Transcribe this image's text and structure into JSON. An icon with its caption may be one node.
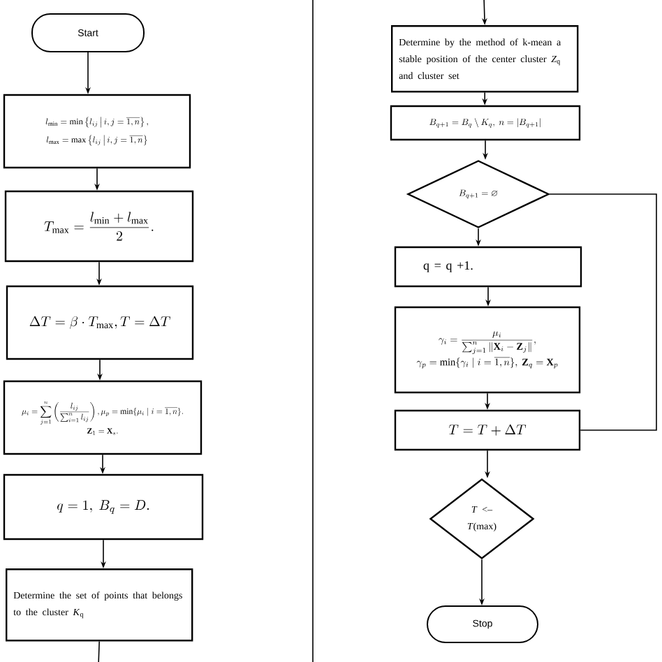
{
  "diagram": {
    "nodes": [
      {
        "text": [
          "Start"
        ]
      },
      {
        "text": [
          "l_{\\min} = \\min\\left\\{ l_{ij} \\,\\middle|\\, i,j=\\overline{1,n} \\right\\},",
          "l_{\\max} = \\max\\left\\{ l_{ij} \\,\\middle|\\, i,j=\\overline{1,n} \\right\\}"
        ]
      },
      {
        "text": [
          "T_{\\max} = \\frac{l_{\\min}+l_{\\max}}{2}."
        ]
      },
      {
        "text": [
          "\\Delta T = \\beta \\cdot T_{\\max}, T = \\Delta T"
        ]
      },
      {
        "text": [
          "\\mu_i = \\sum_{j=1}^{n}\\left( \\frac{l_{ij}}{\\sum_{i=1}^{n} l_{ij}} \\right), \\mu_p = \\min\\{\\mu_i \\mid i=\\overline{1,n}\\}.",
          "\\mathbf{Z}_1 = \\mathbf{X}_s."
        ]
      },
      {
        "text": [
          "q = 1,\\ B_q = D."
        ]
      },
      {
        "text": [
          "Determine the set of points that belongs to the cluster *K*$_{q}$"
        ]
      },
      {
        "text": [
          "Determine by the method of k-mean a stable position of the center cluster *Z*$_{q}$ and cluster set"
        ]
      },
      {
        "text": [
          "B_{q+1} = B_q \\setminus K_q,\\ n = \\left|B_{q+1}\\right|"
        ]
      },
      {
        "text": [
          "B_{q+1} = \\varnothing"
        ]
      },
      {
        "text": [
          "q = q +1."
        ]
      },
      {
        "text": [
          "\\gamma_i = \\frac{\\mu_i}{\\sum_{j=1}^{n} \\left\\| \\mathbf{X}_i - \\mathbf{Z}_j \\right\\|},",
          "\\gamma_p = \\min\\{\\gamma_i \\mid i=\\overline{1,n}\\},\\ \\mathbf{Z}_q = \\mathbf{X}_p"
        ]
      },
      {
        "text": [
          "T = T + \\Delta T"
        ]
      },
      {
        "text": [
          "*T* <– *T*(max)"
        ]
      },
      {
        "text": [
          "Stop"
        ]
      }
    ],
    "edges": [
      {
        "from": 0,
        "to": 1,
        "arrow": "to"
      },
      {
        "from": 1,
        "to": 2,
        "arrow": "to"
      },
      {
        "from": 2,
        "to": 3,
        "arrow": "to"
      },
      {
        "from": 3,
        "to": 4,
        "arrow": "to"
      },
      {
        "from": 4,
        "to": 5,
        "arrow": "to"
      },
      {
        "from": 5,
        "to": 6,
        "arrow": "to"
      },
      {
        "from": 6,
        "to": 7,
        "arrow": "to"
      },
      {
        "from": 7,
        "to": 8,
        "arrow": "to"
      },
      {
        "from": 8,
        "to": 9,
        "arrow": "to"
      },
      {
        "from": 9,
        "to": 10,
        "arrow": "to"
      },
      {
        "from": 9,
        "to": 12,
        "arrow": "none"
      },
      {
        "from": 10,
        "to": 11,
        "arrow": "to"
      },
      {
        "from": 11,
        "to": 12,
        "arrow": "to"
      },
      {
        "from": 12,
        "to": 13,
        "arrow": "to"
      },
      {
        "from": 13,
        "to": 14,
        "arrow": "to"
      }
    ]
  }
}
